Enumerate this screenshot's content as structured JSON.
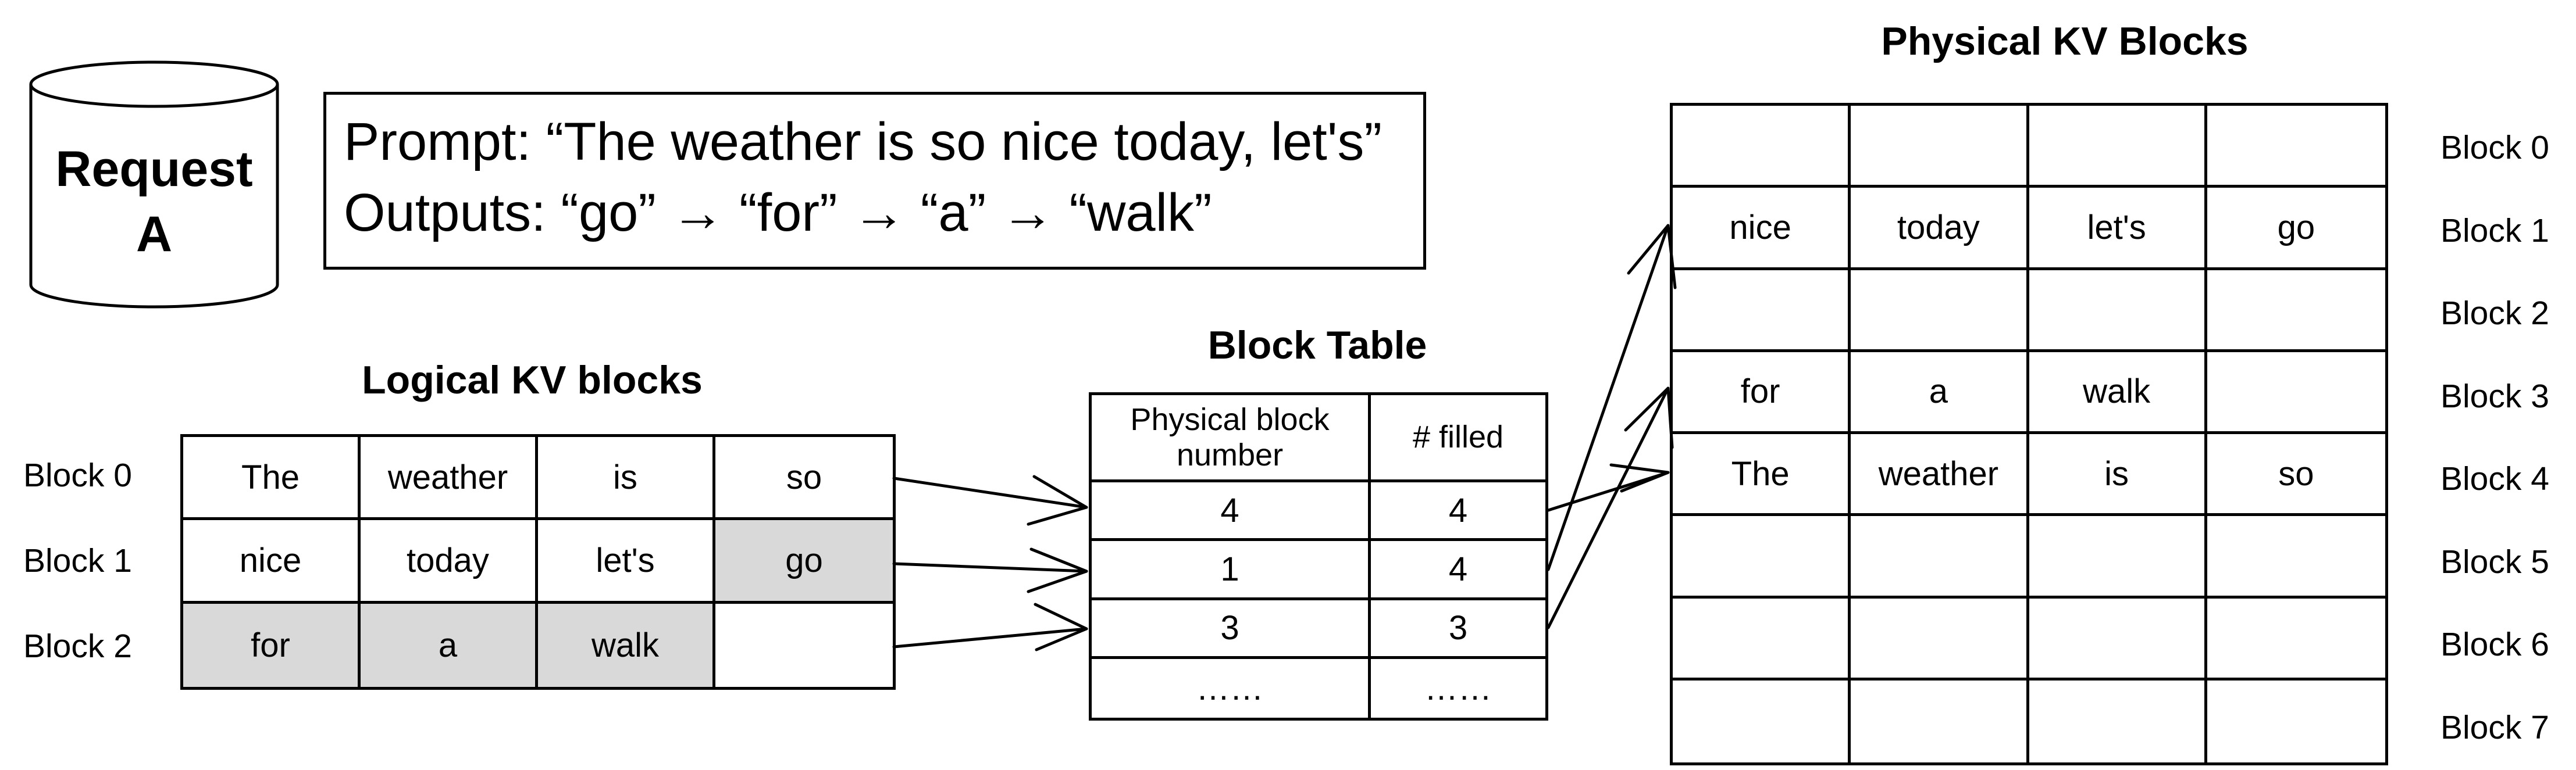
{
  "request": {
    "label_line1": "Request",
    "label_line2": "A"
  },
  "prompt_box": {
    "prompt_line": "Prompt: “The weather is so nice today, let's”",
    "outputs_line": "Outputs: “go” → “for” → “a” → “walk”"
  },
  "logical": {
    "title": "Logical KV blocks",
    "blocks": [
      {
        "label": "Block 0",
        "tokens": [
          "The",
          "weather",
          "is",
          "so"
        ],
        "generated": [
          false,
          false,
          false,
          false
        ]
      },
      {
        "label": "Block 1",
        "tokens": [
          "nice",
          "today",
          "let's",
          "go"
        ],
        "generated": [
          false,
          false,
          false,
          true
        ]
      },
      {
        "label": "Block 2",
        "tokens": [
          "for",
          "a",
          "walk",
          ""
        ],
        "generated": [
          true,
          true,
          true,
          false
        ]
      }
    ]
  },
  "block_table": {
    "title": "Block Table",
    "headers": [
      "Physical block number",
      "# filled"
    ],
    "rows": [
      [
        "4",
        "4"
      ],
      [
        "1",
        "4"
      ],
      [
        "3",
        "3"
      ],
      [
        "……",
        "……"
      ]
    ]
  },
  "physical": {
    "title": "Physical KV Blocks",
    "blocks": [
      {
        "label": "Block 0",
        "tokens": [
          "",
          "",
          "",
          ""
        ]
      },
      {
        "label": "Block 1",
        "tokens": [
          "nice",
          "today",
          "let's",
          "go"
        ]
      },
      {
        "label": "Block 2",
        "tokens": [
          "",
          "",
          "",
          ""
        ]
      },
      {
        "label": "Block 3",
        "tokens": [
          "for",
          "a",
          "walk",
          ""
        ]
      },
      {
        "label": "Block 4",
        "tokens": [
          "The",
          "weather",
          "is",
          "so"
        ]
      },
      {
        "label": "Block 5",
        "tokens": [
          "",
          "",
          "",
          ""
        ]
      },
      {
        "label": "Block 6",
        "tokens": [
          "",
          "",
          "",
          ""
        ]
      },
      {
        "label": "Block 7",
        "tokens": [
          "",
          "",
          "",
          ""
        ]
      }
    ]
  },
  "colors": {
    "generated_token_fill": "#d9d9d9",
    "line": "#000000"
  }
}
